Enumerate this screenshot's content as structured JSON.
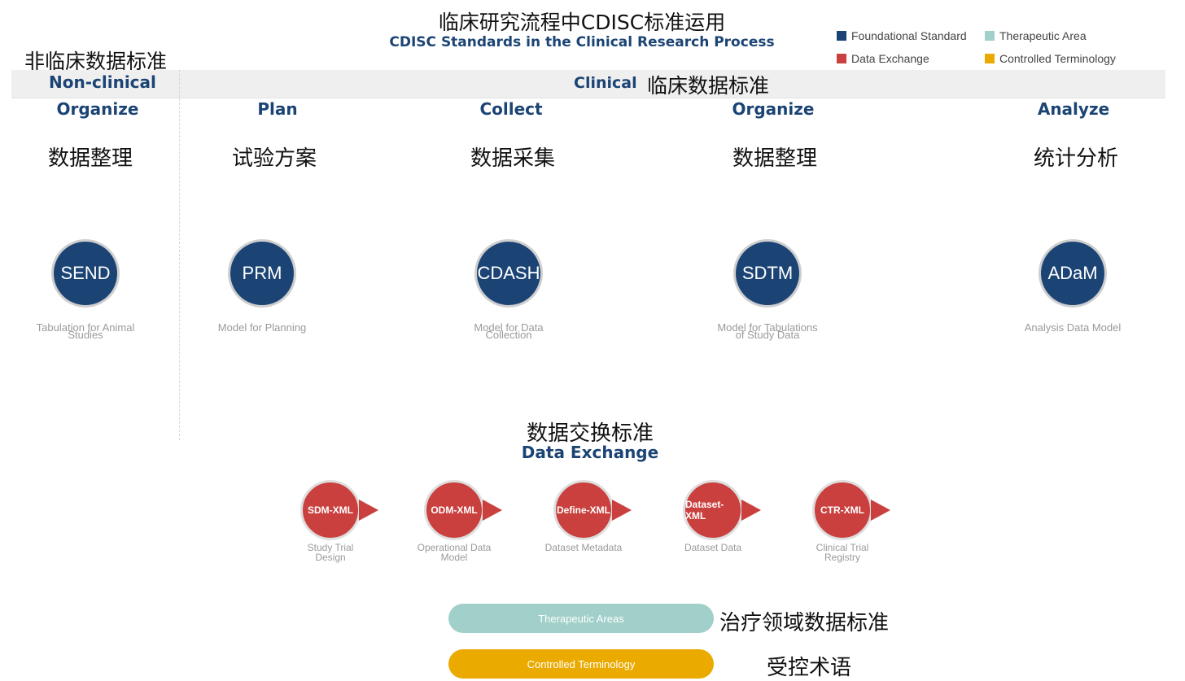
{
  "title": {
    "zh": "临床研究流程中CDISC标准运用",
    "en": "CDISC Standards in the Clinical Research Process"
  },
  "legend": {
    "items": [
      {
        "label": "Foundational Standard",
        "color": "#1b4475"
      },
      {
        "label": "Therapeutic Area",
        "color": "#a1cfca"
      },
      {
        "label": "Data Exchange",
        "color": "#c9403e"
      },
      {
        "label": "Controlled Terminology",
        "color": "#eaaa00"
      }
    ]
  },
  "band": {
    "nonclinical_zh": "非临床数据标准",
    "nonclinical_en": "Non-clinical",
    "clinical_en": "Clinical",
    "clinical_zh": "临床数据标准"
  },
  "stages": [
    {
      "en": "Organize",
      "zh": "数据整理",
      "abbr": "SEND",
      "caption1": "Tabulation for Animal",
      "caption2": "Studies"
    },
    {
      "en": "Plan",
      "zh": "试验方案",
      "abbr": "PRM",
      "caption1": "Model for Planning",
      "caption2": ""
    },
    {
      "en": "Collect",
      "zh": "数据采集",
      "abbr": "CDASH",
      "caption1": "Model for Data",
      "caption2": "Collection"
    },
    {
      "en": "Organize",
      "zh": "数据整理",
      "abbr": "SDTM",
      "caption1": "Model for Tabulations",
      "caption2": "of Study Data"
    },
    {
      "en": "Analyze",
      "zh": "统计分析",
      "abbr": "ADaM",
      "caption1": "Analysis Data Model",
      "caption2": ""
    }
  ],
  "data_exchange": {
    "zh": "数据交换标准",
    "en": "Data Exchange",
    "nodes": [
      {
        "label": "SDM-XML",
        "caption1": "Study Trial",
        "caption2": "Design"
      },
      {
        "label": "ODM-XML",
        "caption1": "Operational Data",
        "caption2": "Model"
      },
      {
        "label": "Define-XML",
        "caption1": "Dataset Metadata",
        "caption2": ""
      },
      {
        "label": "Dataset-XML",
        "caption1": "Dataset Data",
        "caption2": ""
      },
      {
        "label": "CTR-XML",
        "caption1": "Clinical Trial",
        "caption2": "Registry"
      }
    ]
  },
  "bars": {
    "therapeutic": {
      "label": "Therapeutic Areas",
      "zh": "治疗领域数据标准"
    },
    "terminology": {
      "label": "Controlled Terminology",
      "zh": "受控术语"
    }
  }
}
